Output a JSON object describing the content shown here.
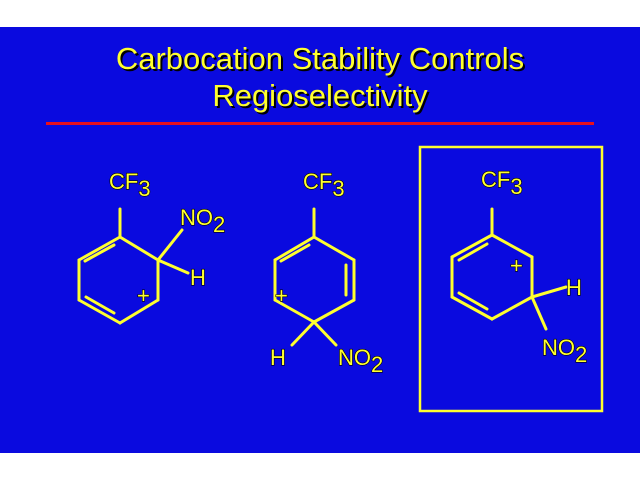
{
  "slide": {
    "background": "#0a0adf",
    "text_color": "#ffff2e",
    "rule_color": "#e8101c",
    "title_line1": "Carbocation Stability Controls",
    "title_line2": "Regioselectivity"
  },
  "structures": [
    {
      "substituent": "CF",
      "substituent_sub": "3",
      "group": "NO",
      "group_sub": "2",
      "hydrogen": "H",
      "charge": "+",
      "highlighted": false
    },
    {
      "substituent": "CF",
      "substituent_sub": "3",
      "group": "NO",
      "group_sub": "2",
      "hydrogen": "H",
      "charge": "+",
      "highlighted": false
    },
    {
      "substituent": "CF",
      "substituent_sub": "3",
      "group": "NO",
      "group_sub": "2",
      "hydrogen": "H",
      "charge": "+",
      "highlighted": true
    }
  ]
}
